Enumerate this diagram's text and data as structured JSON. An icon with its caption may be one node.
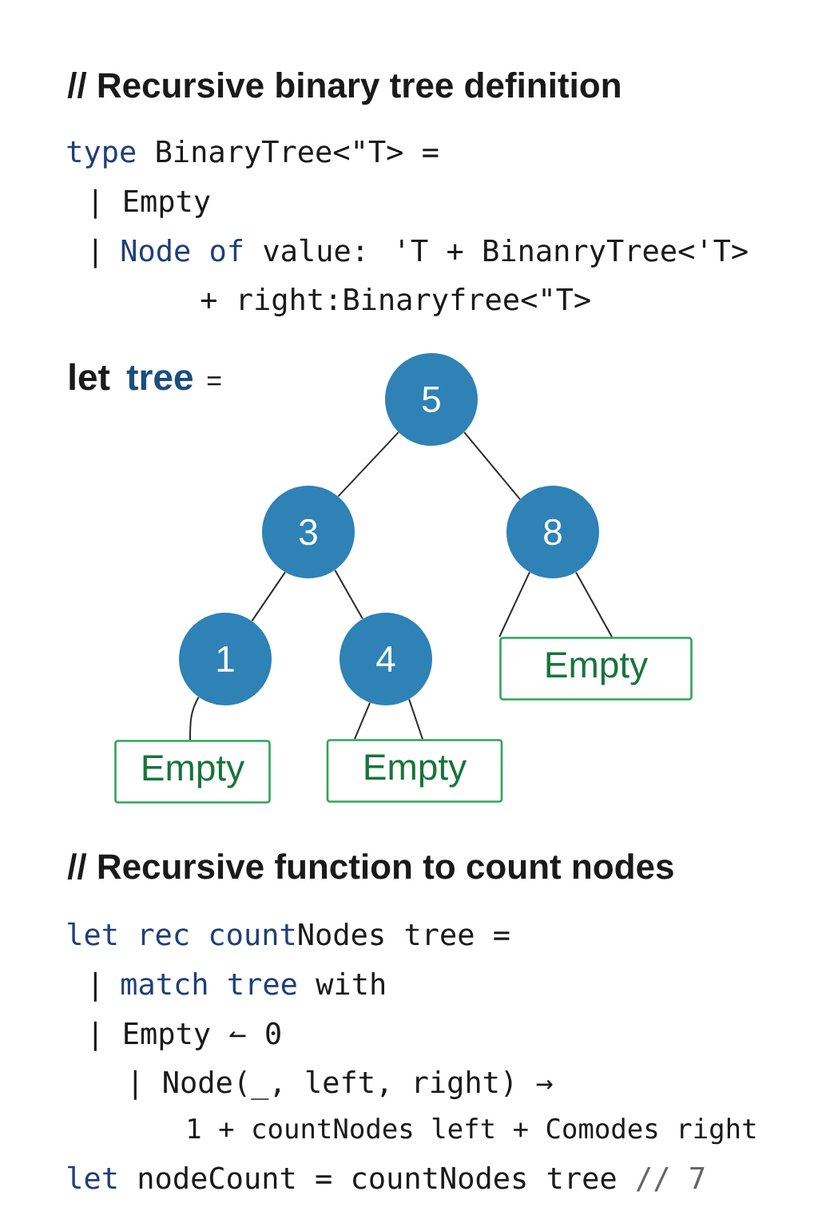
{
  "diagram": {
    "nodes": [
      {
        "text": [
          "5"
        ]
      },
      {
        "text": [
          "3"
        ]
      },
      {
        "text": [
          "8"
        ]
      },
      {
        "text": [
          "1"
        ]
      },
      {
        "text": [
          "4"
        ]
      },
      {
        "text": [
          "Empty"
        ]
      },
      {
        "text": [
          "Empty"
        ]
      },
      {
        "text": [
          "Empty"
        ]
      }
    ],
    "edges": [
      {
        "from": 0,
        "to": 1,
        "arrow": "none"
      },
      {
        "from": 0,
        "to": 2,
        "arrow": "none"
      },
      {
        "from": 1,
        "to": 3,
        "arrow": "none"
      },
      {
        "from": 1,
        "to": 4,
        "arrow": "none"
      },
      {
        "from": 2,
        "to": 5,
        "arrow": "none"
      },
      {
        "from": 2,
        "to": 5,
        "arrow": "none"
      },
      {
        "from": 3,
        "to": 6,
        "arrow": "none"
      },
      {
        "from": 4,
        "to": 7,
        "arrow": "none"
      },
      {
        "from": 4,
        "to": 7,
        "arrow": "none"
      }
    ],
    "labels": [
      "// Recursive binary tree definition",
      "type",
      "BinaryTree<\"T> =",
      "| Empty",
      "|",
      "Node of",
      "value: 'T + BinanryTree<'T>",
      "+ right:Binaryfree<\"T>",
      "let",
      "tree",
      "=",
      "// Recursive function to count nodes",
      "let rec count",
      "Nodes tree =",
      "|",
      "match tree",
      "with",
      "| Empty ↼ 0",
      "| Node(_, left, right) →",
      "1 + countNodes left + Comodes right",
      "let",
      "nodeCount = countNodes tree",
      "// 7"
    ]
  }
}
